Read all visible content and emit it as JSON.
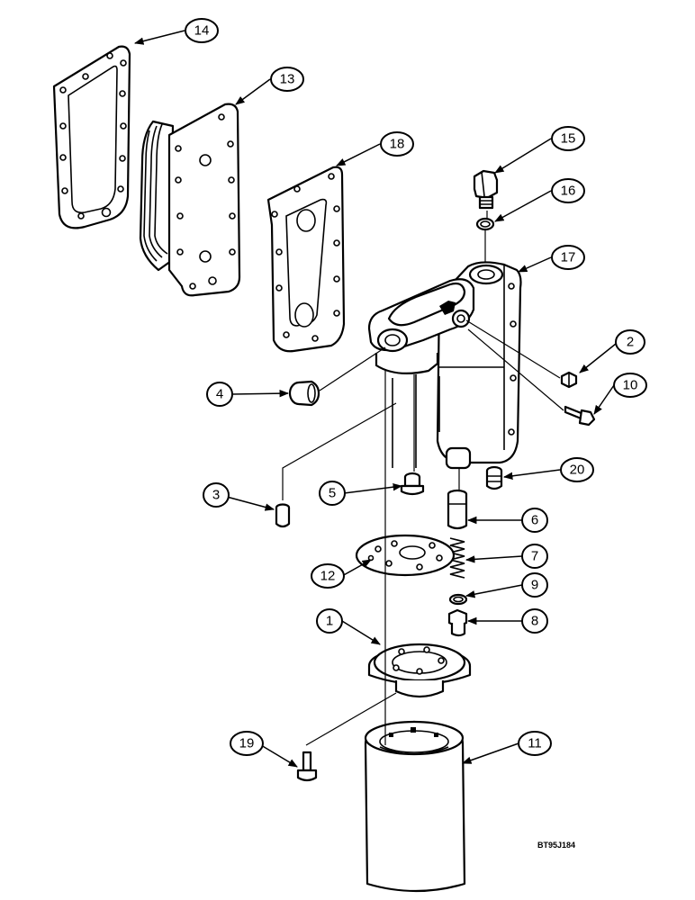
{
  "callouts": {
    "c1": "1",
    "c2": "2",
    "c3": "3",
    "c4": "4",
    "c5": "5",
    "c6": "6",
    "c7": "7",
    "c8": "8",
    "c9": "9",
    "c10": "10",
    "c11": "11",
    "c12": "12",
    "c13": "13",
    "c14": "14",
    "c15": "15",
    "c16": "16",
    "c17": "17",
    "c18": "18",
    "c19": "19",
    "c20": "20"
  },
  "reference_code": "BT95J184"
}
